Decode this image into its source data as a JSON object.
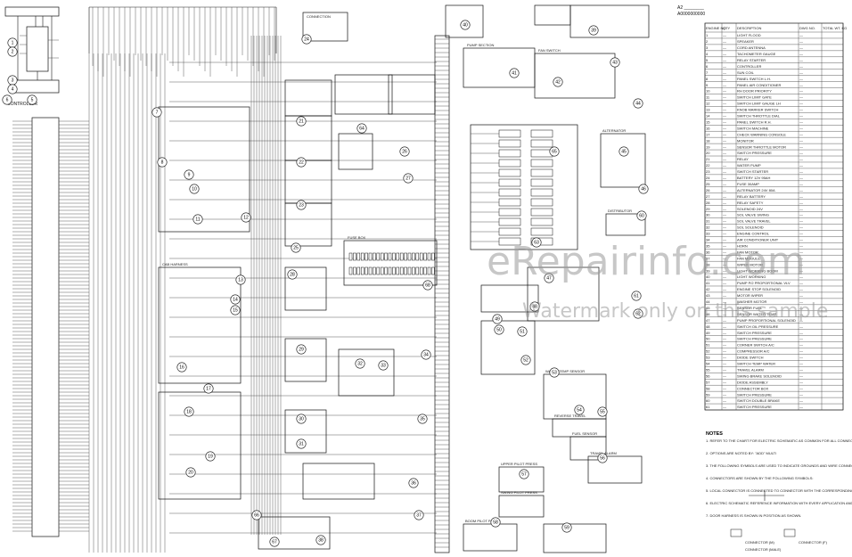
{
  "watermark": {
    "main": "eRepairinfo.com",
    "sub": "Watermark only on this sample"
  },
  "parts_table": {
    "title_lines": [
      "A2 ________",
      "A0000000000"
    ],
    "header": [
      "ENGINE NO.",
      "QTY",
      "DESCRIPTION",
      "DWG NO.",
      "TOTAL WT. KG"
    ],
    "rows": [
      [
        "1",
        "—",
        "LIGHT FLOOD",
        "—"
      ],
      [
        "2",
        "—",
        "SPEAKER",
        "—"
      ],
      [
        "3",
        "—",
        "CORD ANTENNA",
        "—"
      ],
      [
        "4",
        "—",
        "TACHOMETER GAUGE",
        "—"
      ],
      [
        "5",
        "—",
        "RELAY STARTER",
        "—"
      ],
      [
        "6",
        "—",
        "CONTROLLER",
        "—"
      ],
      [
        "7",
        "—",
        "SUN COIL",
        "—"
      ],
      [
        "8",
        "—",
        "PANEL SWITCH L.H.",
        "—"
      ],
      [
        "9",
        "—",
        "PANEL AIR CONDITIONER",
        "—"
      ],
      [
        "10",
        "—",
        "RH DOOR PRIORITY",
        "—"
      ],
      [
        "11",
        "—",
        "SWITCH LIMIT GATE",
        "—"
      ],
      [
        "12",
        "—",
        "SWITCH LIMIT GAUGE LH",
        "—"
      ],
      [
        "13",
        "—",
        "KNOB MARKER SWITCH",
        "—"
      ],
      [
        "14",
        "—",
        "SWITCH THROTTLE DIAL",
        "—"
      ],
      [
        "15",
        "—",
        "PANEL SWITCH R.H.",
        "—"
      ],
      [
        "16",
        "—",
        "SWITCH MACHINE",
        "—"
      ],
      [
        "17",
        "—",
        "CHECK WARNING CONSOLE",
        "—"
      ],
      [
        "18",
        "—",
        "MONITOR",
        "—"
      ],
      [
        "19",
        "—",
        "SENSOR THROTTLE MOTOR",
        "—"
      ],
      [
        "20",
        "—",
        "SWITCH PRESSURE",
        "—"
      ],
      [
        "21",
        "—",
        "RELAY",
        "—"
      ],
      [
        "22",
        "—",
        "WATER PUMP",
        "—"
      ],
      [
        "23",
        "—",
        "SWITCH STARTER",
        "—"
      ],
      [
        "24",
        "—",
        "BATTERY 12V 95AH",
        "—"
      ],
      [
        "25",
        "—",
        "FUSE 30AMP",
        "—"
      ],
      [
        "26",
        "—",
        "ALTERNATOR 24V 80A",
        "—"
      ],
      [
        "27",
        "—",
        "RELAY BATTERY",
        "—"
      ],
      [
        "28",
        "—",
        "RELAY SAFETY",
        "—"
      ],
      [
        "29",
        "—",
        "SOLENOID 24V",
        "—"
      ],
      [
        "30",
        "—",
        "SOL VALVE SWING",
        "—"
      ],
      [
        "31",
        "—",
        "SOL VALVE TRAVEL",
        "—"
      ],
      [
        "32",
        "—",
        "SOL SOLENOID",
        "—"
      ],
      [
        "33",
        "—",
        "ENGINE CONTROL",
        "—"
      ],
      [
        "34",
        "—",
        "AIR CONDITIONER UNIT",
        "—"
      ],
      [
        "35",
        "—",
        "HORN",
        "—"
      ],
      [
        "36",
        "—",
        "FAN MOTOR",
        "—"
      ],
      [
        "37",
        "—",
        "FAN MODULE",
        "—"
      ],
      [
        "38",
        "—",
        "WIPER MOTOR",
        "—"
      ],
      [
        "39",
        "—",
        "LIGHT WORKING BOOM",
        "—"
      ],
      [
        "40",
        "—",
        "LIGHT WORKING",
        "—"
      ],
      [
        "41",
        "—",
        "PUMP P/2 PROPORTIONAL VLV",
        "—"
      ],
      [
        "42",
        "—",
        "ENGINE STOP SOLENOID",
        "—"
      ],
      [
        "43",
        "—",
        "MOTOR WIPER",
        "—"
      ],
      [
        "44",
        "—",
        "WASHER MOTOR",
        "—"
      ],
      [
        "45",
        "—",
        "SENSOR FUEL",
        "—"
      ],
      [
        "46",
        "—",
        "SENSOR WATER TEMP",
        "—"
      ],
      [
        "47",
        "—",
        "PUMP PROPORTIONAL SOLENOID",
        "—"
      ],
      [
        "48",
        "—",
        "SWITCH OIL PRESSURE",
        "—"
      ],
      [
        "49",
        "—",
        "SWITCH PRESSURE",
        "—"
      ],
      [
        "50",
        "—",
        "SWITCH PRESSURE",
        "—"
      ],
      [
        "51",
        "—",
        "CORNER SWITCH A/C",
        "—"
      ],
      [
        "52",
        "—",
        "COMPRESSOR A/C",
        "—"
      ],
      [
        "53",
        "—",
        "DIODE SWITCH",
        "—"
      ],
      [
        "54",
        "—",
        "SWITCH TEMP WATER",
        "—"
      ],
      [
        "55",
        "—",
        "TRAVEL ALARM",
        "—"
      ],
      [
        "56",
        "—",
        "SWING BRAKE SOLENOID",
        "—"
      ],
      [
        "57",
        "—",
        "DIODE ASSEMBLY",
        "—"
      ],
      [
        "58",
        "—",
        "CONNECTOR BOX",
        "—"
      ],
      [
        "59",
        "—",
        "SWITCH PRESSURE",
        "—"
      ],
      [
        "60",
        "—",
        "SWITCH DOUBLE BRAKE",
        "—"
      ],
      [
        "61",
        "—",
        "SWITCH PRESSURE",
        "—"
      ]
    ]
  },
  "notes": {
    "title": "NOTES",
    "items": [
      "1. REFER TO THE CHART FOR ELECTRIC SCHEMATIC AS COMMON FOR ALL CONNECTOR NUMBERS.",
      "2. OPTIONS ARE NOTED BY: \"ADD\" MULTI",
      "3. THE FOLLOWING SYMBOLS ARE USED TO INDICATE GROUNDS AND WIRE CONNECTIONS:",
      "4. CONNECTORS ARE SHOWN BY THE FOLLOWING SYMBOLS:",
      "5. LOCAL CONNECTOR IS CONNECTED TO CONNECTOR WITH THE CORRESPONDING NUMBER ON ANOTHER SHEET.",
      "6. ELECTRIC SCHEMATIC REFERENCE INFORMATION WITH EVERY APPLICATION AND TRAVEL MOTOR DEVICES.",
      "7. DOOR HARNESS IS SHOWN IN POSITION AS SHOWN."
    ],
    "legend_labels": [
      "CONNECTOR (M)",
      "CONNECTOR (F)",
      "CONNECTOR (MALE)"
    ]
  },
  "labels": {
    "left_block": "CONTROLLER",
    "connection_box": "CONNECTION",
    "fan_box": "FAN SWITCH",
    "pump_box": "PUMP SECTION",
    "fuse": "FUSE BOX",
    "travel_box": "TRAVEL ALARM",
    "cab_box": "CAB HARNESS",
    "upper_box": "UPPER PILOT PRESS",
    "swing_box": "SWING PILOT PRESS",
    "boom_box": "BOOM PILOT PRESS",
    "reverse_box": "REVERSE TRAVEL",
    "fuel_box": "FUEL SENSOR",
    "temp_box": "WATER TEMP SENSOR",
    "alt_box": "ALTERNATOR",
    "dist_box": "DISTRIBUTOR"
  },
  "callouts": [
    "1",
    "2",
    "3",
    "4",
    "5",
    "6",
    "7",
    "8",
    "9",
    "10",
    "11",
    "12",
    "13",
    "14",
    "15",
    "16",
    "17",
    "18",
    "19",
    "20",
    "21",
    "22",
    "23",
    "24",
    "25",
    "26",
    "27",
    "28",
    "29",
    "30",
    "31",
    "32",
    "33",
    "34",
    "35",
    "36",
    "37",
    "38",
    "39",
    "40",
    "41",
    "42",
    "43",
    "44",
    "45",
    "46",
    "47",
    "48",
    "49",
    "50",
    "51",
    "52",
    "53",
    "54",
    "55",
    "56",
    "57",
    "58",
    "59",
    "60",
    "61",
    "62",
    "63",
    "64",
    "65",
    "66",
    "67",
    "68"
  ]
}
